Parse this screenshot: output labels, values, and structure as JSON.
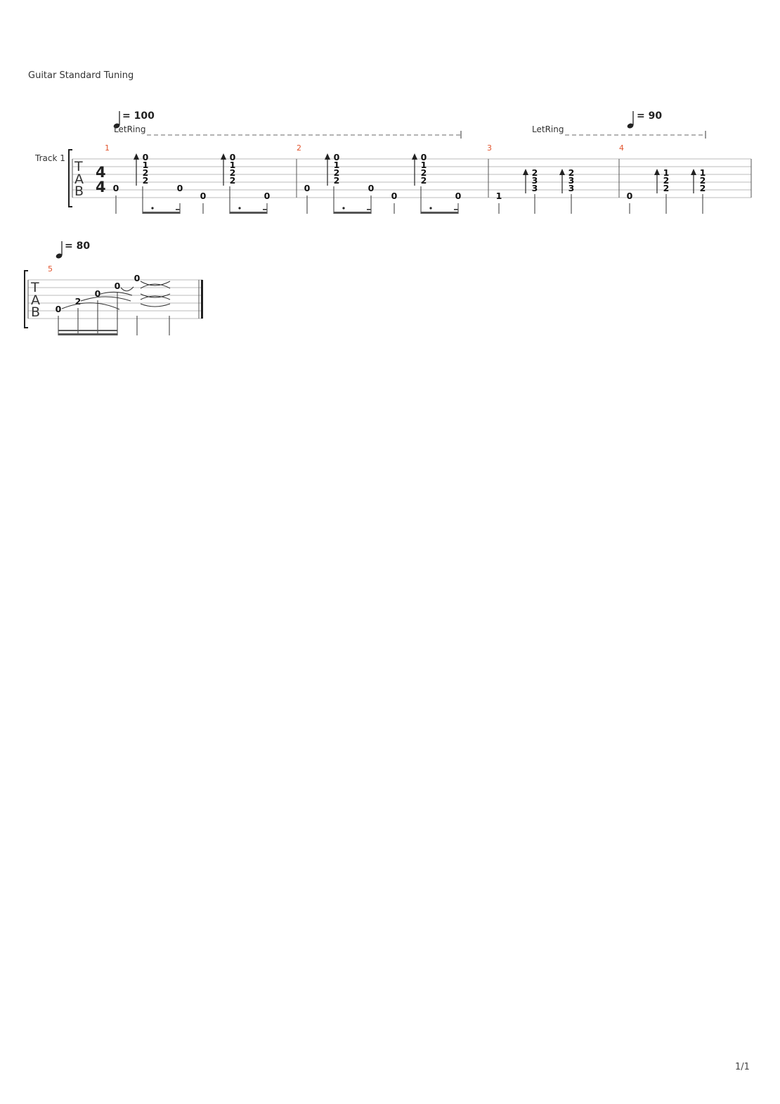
{
  "header": {
    "tuning": "Guitar Standard Tuning"
  },
  "footer": {
    "page": "1/1"
  },
  "track": {
    "name": "Track 1"
  },
  "tab_clef": [
    "T",
    "A",
    "B"
  ],
  "time_signature": {
    "top": "4",
    "bottom": "4"
  },
  "tempos": [
    {
      "value": "= 100"
    },
    {
      "value": "= 90"
    },
    {
      "value": "= 80"
    }
  ],
  "let_ring": [
    "LetRing",
    "LetRing"
  ],
  "measures": [
    {
      "number": "1",
      "beats": [
        {
          "notes": [
            {
              "string": 5,
              "fret": "0"
            }
          ]
        },
        {
          "notes": [
            {
              "string": 1,
              "fret": "0"
            },
            {
              "string": 2,
              "fret": "1"
            },
            {
              "string": 3,
              "fret": "2"
            },
            {
              "string": 4,
              "fret": "2"
            }
          ],
          "strum": "up"
        },
        {
          "notes": [
            {
              "string": 5,
              "fret": "0"
            }
          ]
        },
        {
          "notes": [
            {
              "string": 6,
              "fret": "0"
            }
          ]
        },
        {
          "notes": [
            {
              "string": 1,
              "fret": "0"
            },
            {
              "string": 2,
              "fret": "1"
            },
            {
              "string": 3,
              "fret": "2"
            },
            {
              "string": 4,
              "fret": "2"
            }
          ],
          "strum": "up"
        },
        {
          "notes": [
            {
              "string": 6,
              "fret": "0"
            }
          ]
        }
      ]
    },
    {
      "number": "2",
      "beats": [
        {
          "notes": [
            {
              "string": 5,
              "fret": "0"
            }
          ]
        },
        {
          "notes": [
            {
              "string": 1,
              "fret": "0"
            },
            {
              "string": 2,
              "fret": "1"
            },
            {
              "string": 3,
              "fret": "2"
            },
            {
              "string": 4,
              "fret": "2"
            }
          ],
          "strum": "up"
        },
        {
          "notes": [
            {
              "string": 5,
              "fret": "0"
            }
          ]
        },
        {
          "notes": [
            {
              "string": 6,
              "fret": "0"
            }
          ]
        },
        {
          "notes": [
            {
              "string": 1,
              "fret": "0"
            },
            {
              "string": 2,
              "fret": "1"
            },
            {
              "string": 3,
              "fret": "2"
            },
            {
              "string": 4,
              "fret": "2"
            }
          ],
          "strum": "up"
        },
        {
          "notes": [
            {
              "string": 6,
              "fret": "0"
            }
          ]
        }
      ]
    },
    {
      "number": "3",
      "beats": [
        {
          "notes": [
            {
              "string": 6,
              "fret": "1"
            }
          ]
        },
        {
          "notes": [
            {
              "string": 3,
              "fret": "2"
            },
            {
              "string": 4,
              "fret": "3"
            },
            {
              "string": 5,
              "fret": "3"
            }
          ],
          "strum": "up"
        },
        {
          "notes": [
            {
              "string": 3,
              "fret": "2"
            },
            {
              "string": 4,
              "fret": "3"
            },
            {
              "string": 5,
              "fret": "3"
            }
          ],
          "strum": "up"
        }
      ]
    },
    {
      "number": "4",
      "beats": [
        {
          "notes": [
            {
              "string": 6,
              "fret": "0"
            }
          ]
        },
        {
          "notes": [
            {
              "string": 3,
              "fret": "1"
            },
            {
              "string": 4,
              "fret": "2"
            },
            {
              "string": 5,
              "fret": "2"
            }
          ],
          "strum": "up"
        },
        {
          "notes": [
            {
              "string": 3,
              "fret": "1"
            },
            {
              "string": 4,
              "fret": "2"
            },
            {
              "string": 5,
              "fret": "2"
            }
          ],
          "strum": "up"
        }
      ]
    },
    {
      "number": "5",
      "beats": [
        {
          "notes": [
            {
              "string": 5,
              "fret": "0"
            }
          ]
        },
        {
          "notes": [
            {
              "string": 4,
              "fret": "2"
            }
          ]
        },
        {
          "notes": [
            {
              "string": 3,
              "fret": "0"
            }
          ]
        },
        {
          "notes": [
            {
              "string": 2,
              "fret": "0"
            }
          ]
        },
        {
          "notes": [
            {
              "string": 1,
              "fret": "0"
            }
          ]
        }
      ]
    }
  ]
}
